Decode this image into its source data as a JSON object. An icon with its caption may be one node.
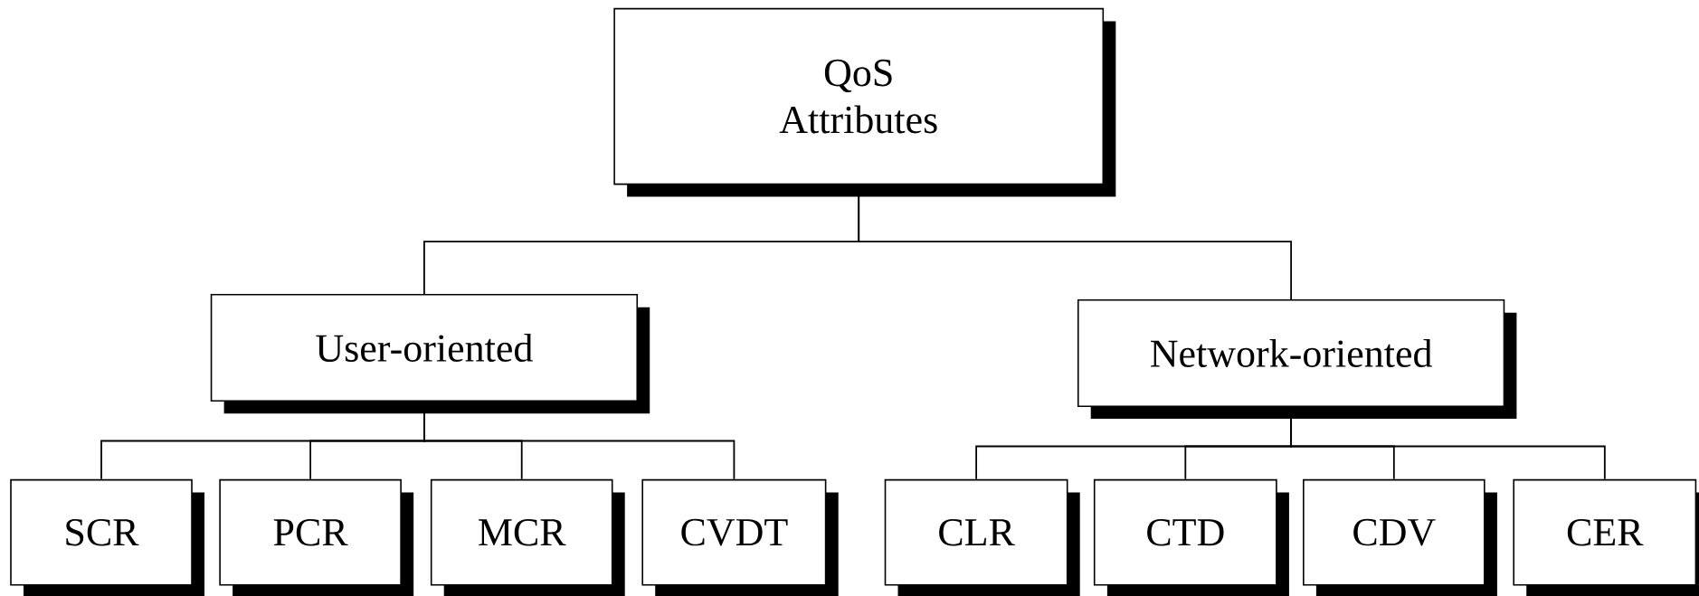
{
  "diagram": {
    "nodes": [
      {
        "text": [
          "QoS Attributes"
        ]
      },
      {
        "text": [
          "User-oriented"
        ]
      },
      {
        "text": [
          "Network-oriented"
        ]
      },
      {
        "text": [
          "SCR"
        ]
      },
      {
        "text": [
          "PCR"
        ]
      },
      {
        "text": [
          "MCR"
        ]
      },
      {
        "text": [
          "CVDT"
        ]
      },
      {
        "text": [
          "CLR"
        ]
      },
      {
        "text": [
          "CTD"
        ]
      },
      {
        "text": [
          "CDV"
        ]
      },
      {
        "text": [
          "CER"
        ]
      }
    ],
    "edges": [
      {
        "from": 0,
        "to": 1,
        "arrow": "none"
      },
      {
        "from": 0,
        "to": 2,
        "arrow": "none"
      },
      {
        "from": 1,
        "to": 3,
        "arrow": "none"
      },
      {
        "from": 1,
        "to": 4,
        "arrow": "none"
      },
      {
        "from": 1,
        "to": 5,
        "arrow": "none"
      },
      {
        "from": 1,
        "to": 6,
        "arrow": "none"
      },
      {
        "from": 2,
        "to": 7,
        "arrow": "none"
      },
      {
        "from": 2,
        "to": 8,
        "arrow": "none"
      },
      {
        "from": 2,
        "to": 9,
        "arrow": "none"
      },
      {
        "from": 2,
        "to": 10,
        "arrow": "none"
      }
    ]
  }
}
